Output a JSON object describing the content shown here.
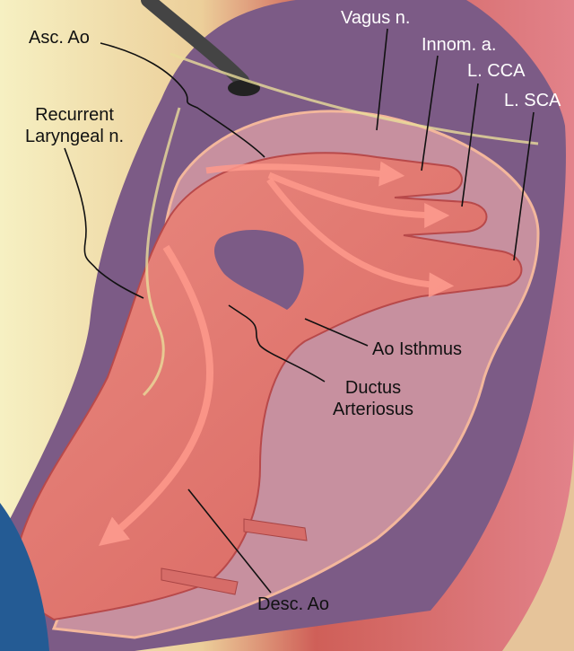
{
  "labels": {
    "asc_ao": "Asc. Ao",
    "vagus": "Vagus n.",
    "innom": "Innom. a.",
    "lcca": "L. CCA",
    "lsca": "L. SCA",
    "recurrent_1": "Recurrent",
    "recurrent_2": "Laryngeal n.",
    "ao_isthmus": "Ao Isthmus",
    "ductus_1": "Ductus",
    "ductus_2": "Arteriosus",
    "desc_ao": "Desc. Ao"
  },
  "colors": {
    "background_left": "#f3ecb8",
    "background_right": "#c4454a",
    "tissue_outer": "#7c5b86",
    "tissue_inner": "#c7909f",
    "aorta": "#e27a74",
    "flow_arrow": "#ff9a8c",
    "nerve": "#e8dc9a",
    "blue_structure": "#245b94"
  }
}
